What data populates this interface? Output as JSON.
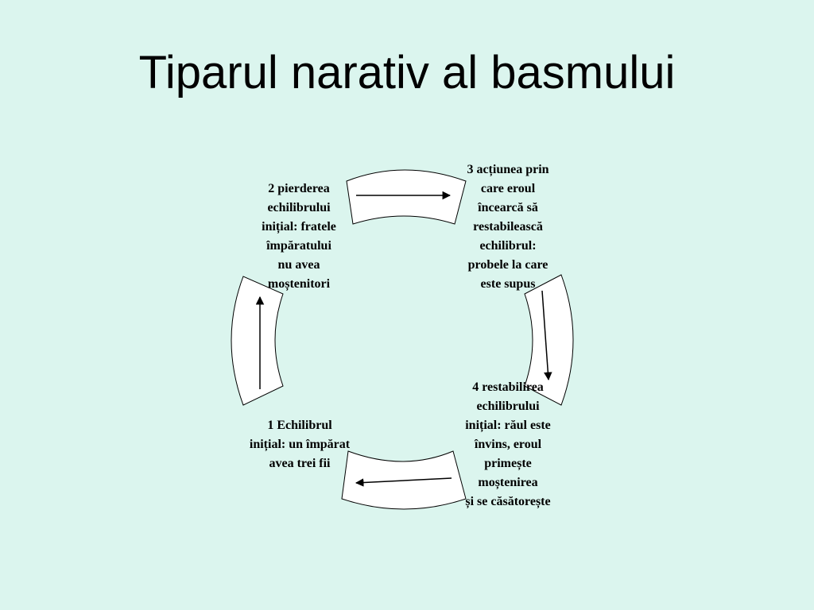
{
  "slide": {
    "title": "Tiparul narativ al basmului",
    "background_color": "#dbf5ee"
  },
  "cycle": {
    "nodes": [
      {
        "id": 1,
        "text": "1 Echilibrul\ninițial: un împărat\navea trei fii"
      },
      {
        "id": 2,
        "text": "2 pierderea\nechilibrului\ninițial: fratele\nîmpăratului\nnu avea\nmoștenitori"
      },
      {
        "id": 3,
        "text": "3 acțiunea prin\ncare eroul\nîncearcă să\nrestabilească\nechilibrul:\nprobele la care\neste supus"
      },
      {
        "id": 4,
        "text": "4 restabilirea\nechilibrului\ninițial: răul este\nînvins, eroul\nprimește\nmoștenirea\nși se căsătorește"
      }
    ],
    "connector_fill": "#ffffff",
    "connector_stroke": "#000000"
  }
}
